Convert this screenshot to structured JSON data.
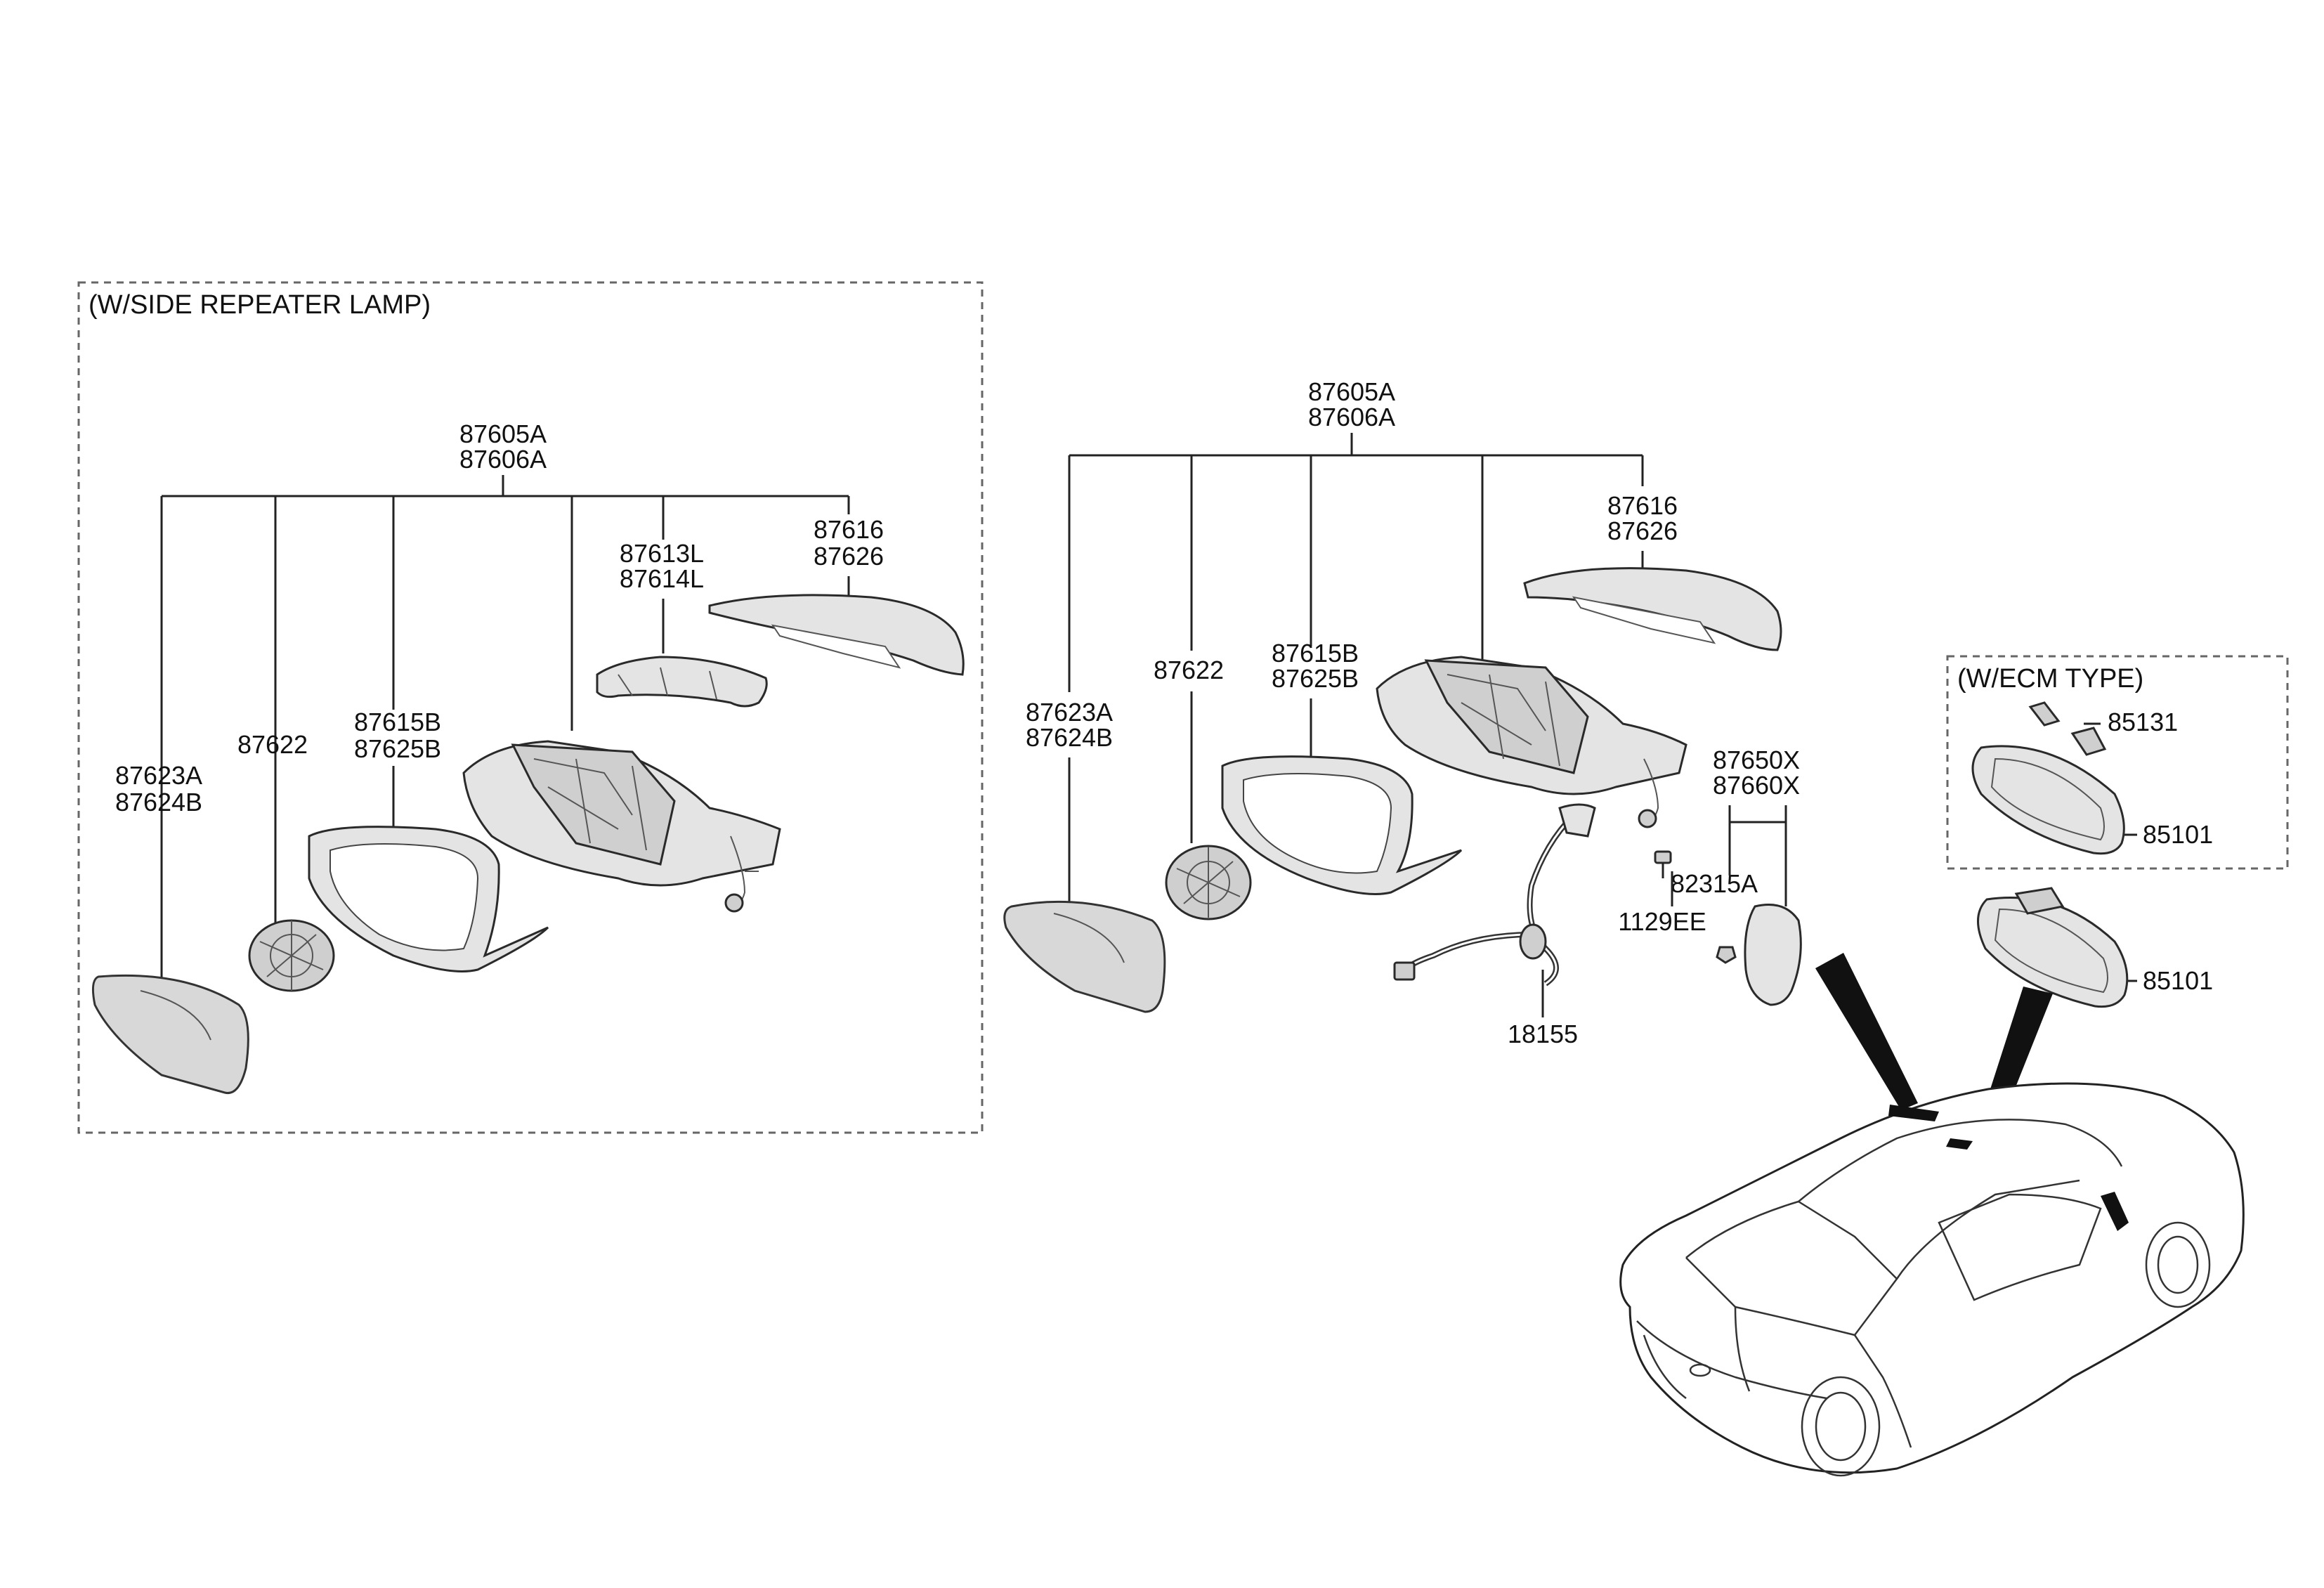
{
  "groups": {
    "left": {
      "title": "(W/SIDE REPEATER LAMP)",
      "main_top": "87605A",
      "main_bottom": "87606A",
      "glass_top": "87623A",
      "glass_bottom": "87624B",
      "actuator": "87622",
      "frame_top": "87615B",
      "frame_bottom": "87625B",
      "lamp_top": "87613L",
      "lamp_bottom": "87614L",
      "cover_top": "87616",
      "cover_bottom": "87626"
    },
    "right": {
      "main_top": "87605A",
      "main_bottom": "87606A",
      "glass_top": "87623A",
      "glass_bottom": "87624B",
      "actuator": "87622",
      "frame_top": "87615B",
      "frame_bottom": "87625B",
      "cover_top": "87616",
      "cover_bottom": "87626",
      "inner_top": "87650X",
      "inner_bottom": "87660X",
      "clip": "82315A",
      "screw": "1129EE",
      "harness": "18155"
    },
    "ecm": {
      "title": "(W/ECM TYPE)",
      "cover": "85131",
      "mirror": "85101"
    },
    "inside_mirror": {
      "mirror": "85101"
    }
  },
  "icons": [
    "side-mirror-glass-icon",
    "actuator-icon",
    "mirror-frame-icon",
    "mirror-housing-icon",
    "repeater-lamp-icon",
    "scalp-cover-icon",
    "wiring-harness-icon",
    "screw-icon",
    "clip-icon",
    "inside-mirror-icon",
    "sedan-car-icon"
  ],
  "colors": {
    "line": "#222222",
    "part_fill": "#e4e4e4",
    "background": "#ffffff"
  }
}
